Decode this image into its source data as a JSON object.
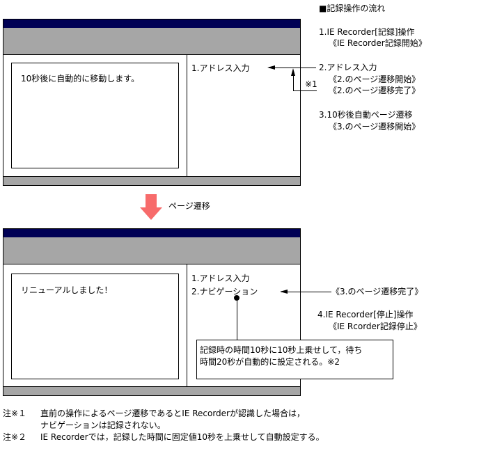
{
  "flow": {
    "title": "■記録操作の流れ",
    "steps": [
      {
        "label": "1.IE Recorder[記録]操作",
        "sub": "《IE Recorder記録開始》"
      },
      {
        "label": "2.アドレス入力",
        "sub": [
          "《2.のページ遷移開始》",
          "《2.のページ遷移完了》"
        ]
      },
      {
        "label": "3.10秒後自動ページ遷移",
        "sub": "《3.のページ遷移開始》"
      },
      {
        "label": "《3.のページ遷移完了》"
      },
      {
        "label": "4.IE Recorder[停止]操作",
        "sub": "《IE Rcorder記録停止》"
      }
    ],
    "note_marker_1": "※1"
  },
  "window_before": {
    "content_text": "10秒後に自動的に移動します。",
    "recorded_items": [
      "1.アドレス入力"
    ]
  },
  "transition": {
    "label": "ページ遷移",
    "arrow_color": "#f76b6b"
  },
  "window_after": {
    "content_text": "リニューアルしました！",
    "recorded_items": [
      "1.アドレス入力",
      "2.ナビゲーション"
    ],
    "callout": [
      "記録時の時間10秒に10秒上乗せして，待ち",
      "時間20秒が自動的に設定される。※2"
    ]
  },
  "footnotes": [
    {
      "marker": "注※１",
      "lines": [
        "直前の操作によるページ遷移であるとIE Recorderが認識した場合は，",
        "ナビゲーションは記録されない。"
      ]
    },
    {
      "marker": "注※２",
      "lines": [
        "IE Recorderでは，記録した時間に固定値10秒を上乗せして自動設定する。"
      ]
    }
  ],
  "colors": {
    "titlebar": "#000055",
    "toolbar": "#a6a6a6",
    "transition_arrow": "#f76b6b"
  }
}
